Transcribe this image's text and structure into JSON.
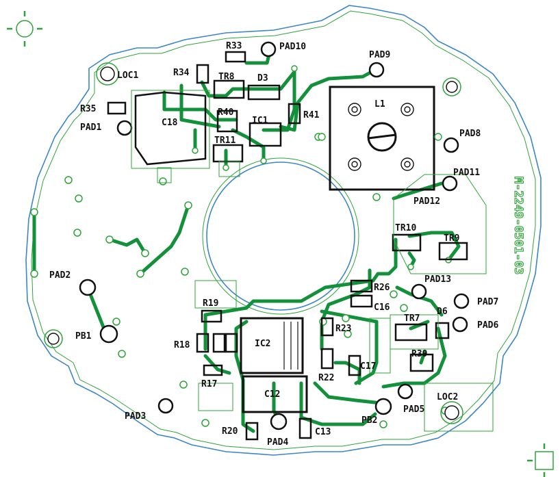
{
  "colors": {
    "background": "#ffffff",
    "outline": "#3a86c8",
    "copper": "#13913a",
    "silkscreen": "#111111",
    "keepout": "#2fa33a"
  },
  "board": {
    "part_number": "M-2249-0501-03"
  },
  "labels": {
    "loc1": "LOC1",
    "loc2": "LOC2",
    "r33": "R33",
    "pad10": "PAD10",
    "pad9": "PAD9",
    "r34": "R34",
    "tr8": "TR8",
    "d3": "D3",
    "l1": "L1",
    "r35": "R35",
    "r40": "R40",
    "r41": "R41",
    "pad1": "PAD1",
    "c18": "C18",
    "ic1": "IC1",
    "pad8": "PAD8",
    "tr11": "TR11",
    "pad11": "PAD11",
    "pad12": "PAD12",
    "tr10": "TR10",
    "tr9": "TR9",
    "pad2": "PAD2",
    "pad13": "PAD13",
    "r26": "R26",
    "c16": "C16",
    "pad7": "PAD7",
    "r19": "R19",
    "d6": "D6",
    "pad6": "PAD6",
    "r23": "R23",
    "tr7": "TR7",
    "pb1": "PB1",
    "ic2": "IC2",
    "r18": "R18",
    "r39": "R39",
    "c17": "C17",
    "r17": "R17",
    "r22": "R22",
    "c12": "C12",
    "loc2_b": "",
    "pad5": "PAD5",
    "pad3": "PAD3",
    "pb2": "PB2",
    "r20": "R20",
    "pad4": "PAD4",
    "c13": "C13"
  }
}
